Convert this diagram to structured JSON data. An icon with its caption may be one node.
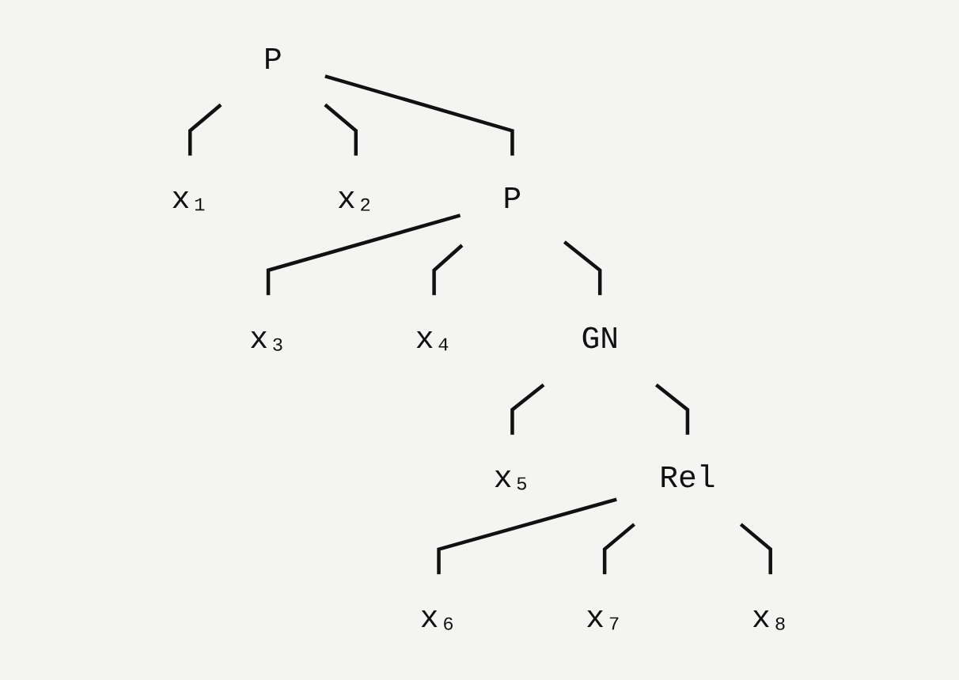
{
  "diagram": {
    "nodes": [
      {
        "text": [
          "P"
        ]
      },
      {
        "text": [
          "x₁"
        ]
      },
      {
        "text": [
          "x₂"
        ]
      },
      {
        "text": [
          "P"
        ]
      },
      {
        "text": [
          "x₃"
        ]
      },
      {
        "text": [
          "x₄"
        ]
      },
      {
        "text": [
          "GN"
        ]
      },
      {
        "text": [
          "x₅"
        ]
      },
      {
        "text": [
          "Rel"
        ]
      },
      {
        "text": [
          "x₆"
        ]
      },
      {
        "text": [
          "x₇"
        ]
      },
      {
        "text": [
          "x₈"
        ]
      }
    ],
    "edges": [
      {
        "from": 0,
        "to": 1,
        "arrow": "none"
      },
      {
        "from": 0,
        "to": 2,
        "arrow": "none"
      },
      {
        "from": 0,
        "to": 3,
        "arrow": "none"
      },
      {
        "from": 3,
        "to": 4,
        "arrow": "none"
      },
      {
        "from": 3,
        "to": 5,
        "arrow": "none"
      },
      {
        "from": 3,
        "to": 6,
        "arrow": "none"
      },
      {
        "from": 6,
        "to": 7,
        "arrow": "none"
      },
      {
        "from": 6,
        "to": 8,
        "arrow": "none"
      },
      {
        "from": 8,
        "to": 9,
        "arrow": "none"
      },
      {
        "from": 8,
        "to": 10,
        "arrow": "none"
      },
      {
        "from": 8,
        "to": 11,
        "arrow": "none"
      }
    ]
  }
}
